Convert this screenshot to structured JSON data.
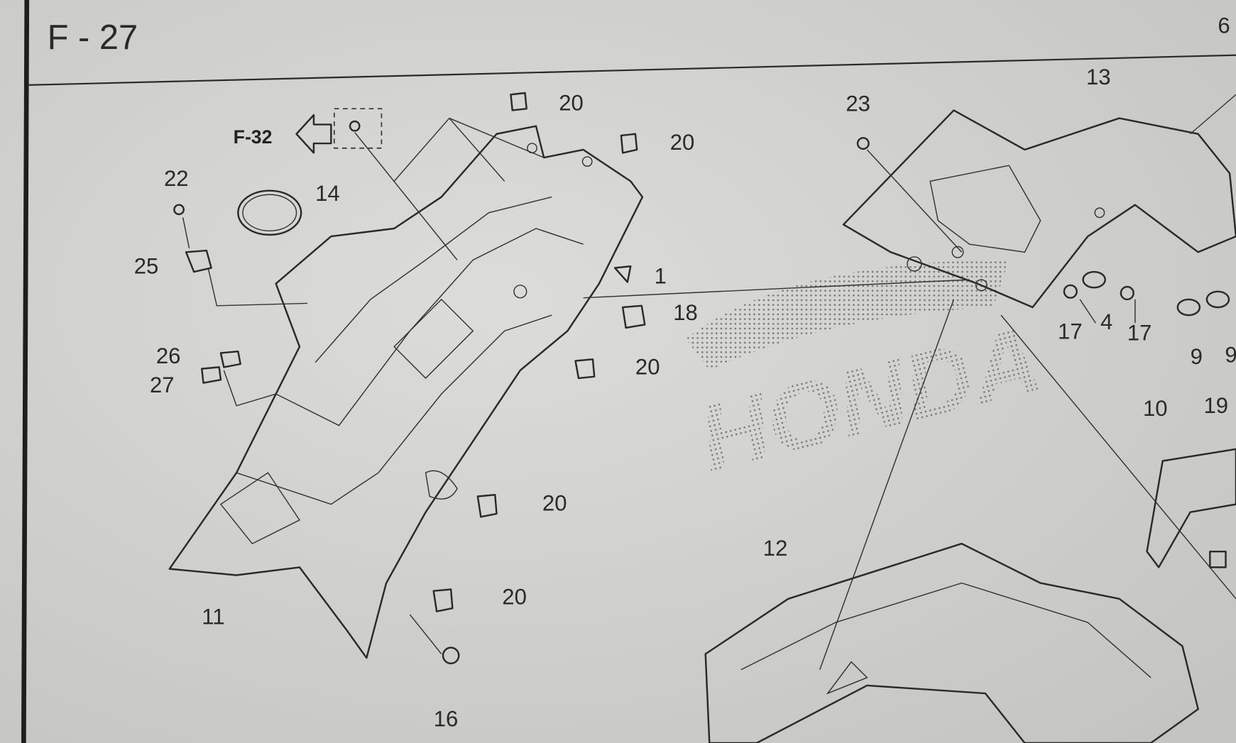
{
  "page": {
    "title": "F - 27",
    "cross_reference": "F-32",
    "watermark": "HONDA"
  },
  "callouts": {
    "c20a": "20",
    "c20b": "20",
    "c20c": "20",
    "c20d": "20",
    "c20e": "20",
    "c1": "1",
    "c18": "18",
    "c22": "22",
    "c14": "14",
    "c25": "25",
    "c26": "26",
    "c27": "27",
    "c11": "11",
    "c16": "16",
    "c23": "23",
    "c13": "13",
    "c6": "6",
    "c17a": "17",
    "c4": "4",
    "c17b": "17",
    "c9a": "9",
    "c9b": "9",
    "c10": "10",
    "c19": "19",
    "c12": "12"
  },
  "colors": {
    "paper": "#d6d6d4",
    "ink": "#2a2a2a"
  }
}
